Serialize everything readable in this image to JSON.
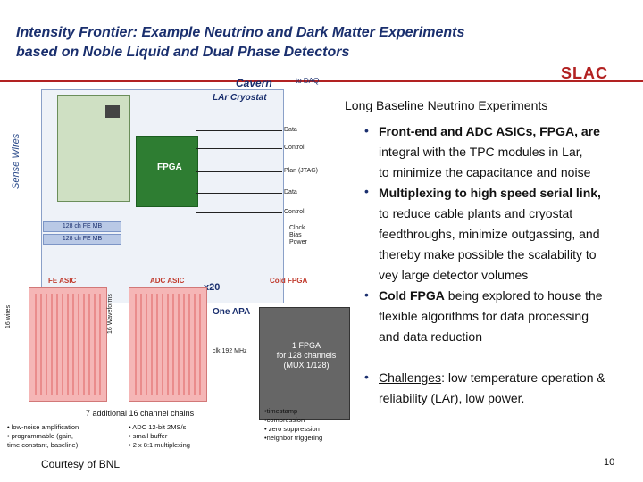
{
  "slide": {
    "title_line1": "Intensity Frontier: Example Neutrino and Dark Matter Experiments",
    "title_line2": "based on Noble Liquid and Dual Phase Detectors",
    "logo_text": "SLAC",
    "page_number": "10",
    "accent_color": "#1a2f6e",
    "logo_color": "#b22222"
  },
  "diagram": {
    "cavern": "Cavern",
    "to_daq": "to DAQ",
    "lar_cryostat": "LAr Cryostat",
    "sense_wires": "Sense Wires",
    "fpga": "FPGA",
    "x20": "x20",
    "one_apa": "One APA",
    "femb_a": "128 ch FE MB",
    "femb_b": "128 ch FE MB",
    "signals": [
      "Data",
      "Control",
      "Plan (JTAG)",
      "Data",
      "Control",
      "Clock",
      "Bias",
      "Power"
    ],
    "fe_asic": "FE ASIC",
    "adc_asic": "ADC ASIC",
    "cold_fpga": "Cold FPGA",
    "wires_16": "16 wires",
    "waveforms_16": "16 Waveforms",
    "big_fpga_line1": "1 FPGA",
    "big_fpga_line2": "for 128 channels",
    "big_fpga_line3": "(MUX 1/128)",
    "clk_label": "clk 192 MHz",
    "chains": "7 additional 16 channel chains",
    "fe_bullets": [
      "• low-noise amplification",
      "• programmable (gain,",
      "time constant, baseline)"
    ],
    "adc_bullets": [
      "• ADC 12-bit 2MS/s",
      "• small buffer",
      "• 2 x 8:1 multiplexing"
    ],
    "fpga_bullets": [
      "•timestamp",
      "•compression",
      "• zero suppression",
      "•neighbor triggering"
    ],
    "courtesy": "Courtesy of BNL"
  },
  "panel": {
    "heading": "Long Baseline Neutrino Experiments",
    "b1_bold": "Front-end and ADC ASICs, FPGA, are",
    "b1_l2": "integral with the TPC modules in Lar,",
    "b1_l3": "to minimize the capacitance and noise",
    "b2_bold": "Multiplexing to high speed serial link,",
    "b2_l2": "to reduce cable plants and cryostat",
    "b2_l3": "feedthroughs, minimize outgassing, and",
    "b2_l4": "thereby make possible the scalability to",
    "b2_l5": "vey large detector volumes",
    "b3_bold": "Cold FPGA",
    "b3_rest": " being explored to house the",
    "b3_l2": "flexible algorithms for data processing",
    "b3_l3": "and data reduction",
    "b4_u": "Challenges",
    "b4_rest": ": low temperature operation &",
    "b4_l2": "reliability (LAr), low power.",
    "bullet_glyph": "•"
  }
}
